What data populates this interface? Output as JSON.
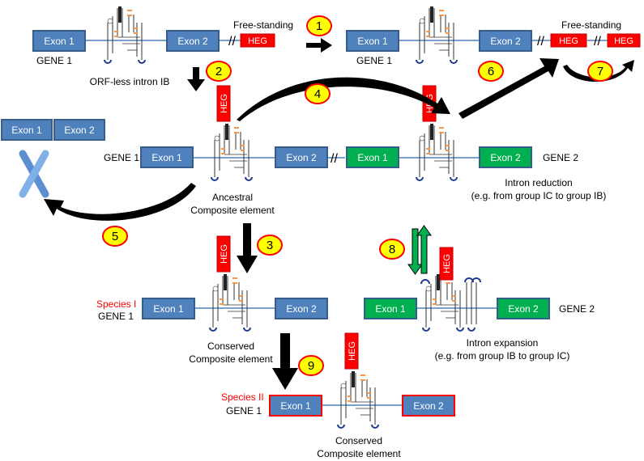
{
  "labels": {
    "exon1": "Exon 1",
    "exon2": "Exon 2",
    "heg": "HEG",
    "gene1": "GENE 1",
    "gene2": "GENE 2",
    "free_standing": "Free-standing",
    "orf_less": "ORF-less intron IB",
    "ancestral_1": "Ancestral",
    "composite_element": "Composite element",
    "conserved": "Conserved",
    "species1": "Species I",
    "species2": "Species II",
    "intron_reduction": "Intron reduction",
    "reduction_example": "(e.g. from group IC to group IB)",
    "intron_expansion": "Intron expansion",
    "expansion_example": "(e.g. from group IB to group IC)"
  },
  "steps": [
    "1",
    "2",
    "3",
    "4",
    "5",
    "6",
    "7",
    "8",
    "9"
  ],
  "colors": {
    "exon": "#4f81bd",
    "exon_border": "#385d8a",
    "exon_green": "#00b050",
    "heg": "#ff0000",
    "step_fill": "#ffff00",
    "step_border": "#ff0000",
    "arrow": "#000000"
  }
}
